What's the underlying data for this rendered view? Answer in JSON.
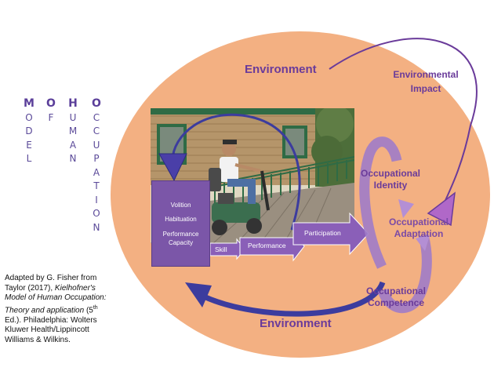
{
  "title_columns": [
    {
      "letters": [
        "M",
        "O",
        "D",
        "E",
        "L"
      ]
    },
    {
      "letters": [
        "O",
        "F"
      ]
    },
    {
      "letters": [
        "H",
        "U",
        "M",
        "A",
        "N"
      ]
    },
    {
      "letters": [
        "O",
        "C",
        "C",
        "U",
        "P",
        "A",
        "T",
        "I",
        "O",
        "N"
      ]
    }
  ],
  "diagram": {
    "environment_top": "Environment",
    "environment_bottom": "Environment",
    "environmental_impact_line1": "Environmental",
    "environmental_impact_line2": "Impact",
    "person_box": {
      "volition": "Volition",
      "habituation": "Habituation",
      "performance_capacity_line1": "Performance",
      "performance_capacity_line2": "Capacity"
    },
    "skill": "Skill",
    "performance": "Performance",
    "participation": "Participation",
    "occupational_identity_line1": "Occupational",
    "occupational_identity_line2": "Identity",
    "occupational_adaptation_line1": "Occupational",
    "occupational_adaptation_line2": "Adaptation",
    "occupational_competence_line1": "Occupational",
    "occupational_competence_line2": "Competence"
  },
  "citation": {
    "line1": "Adapted by G. Fisher from",
    "line2a": "Taylor (2017), ",
    "line2b": "Kielhofner's",
    "line3": "Model of Human Occupation:",
    "line4": "Theory and application",
    "line4b": " (5",
    "line4sup": "th",
    "line5": "Ed.). Philadelphia: Wolters",
    "line6": "Kluwer Health/Lippincott",
    "line7": "Williams & Wilkins."
  },
  "colors": {
    "ellipse": "#f3b082",
    "purple_dark": "#6a3b9a",
    "purple_mid": "#7b56a8",
    "purple_light": "#a07cc8",
    "navy_arrow": "#3c3c9e"
  }
}
